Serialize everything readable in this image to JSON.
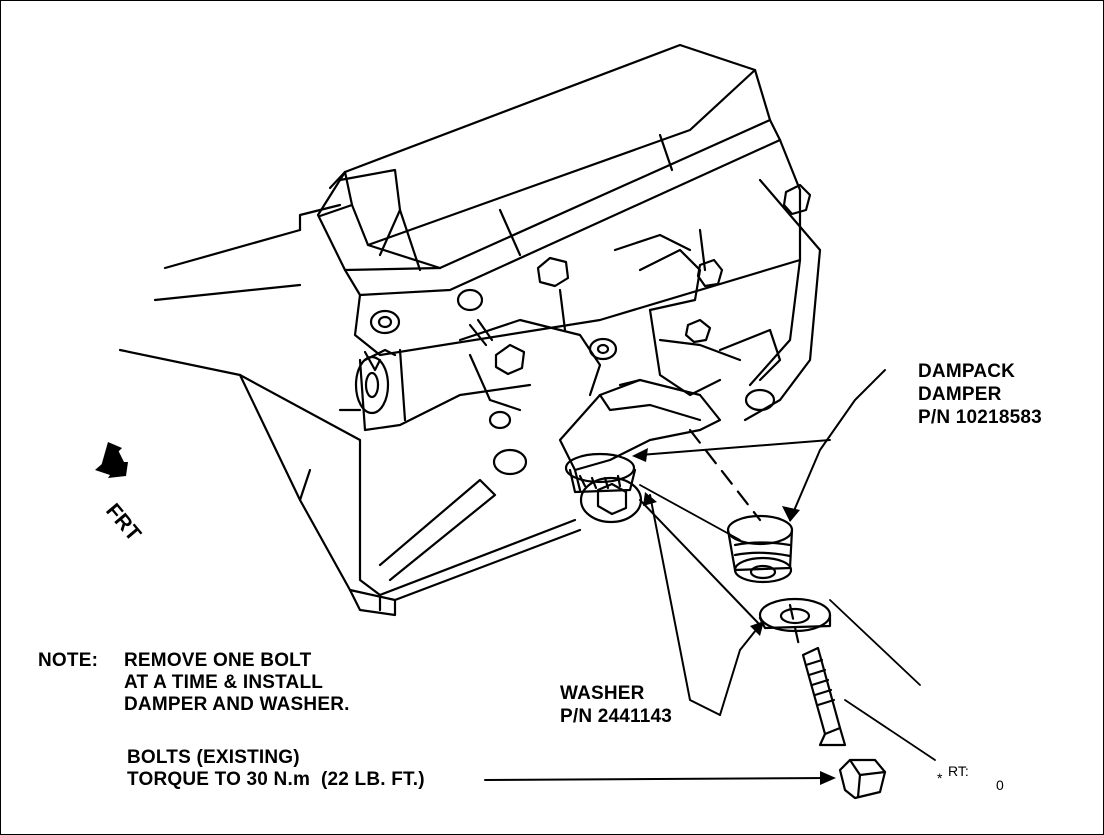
{
  "labels": {
    "damper_line1": "DAMPACK",
    "damper_line2": "DAMPER",
    "damper_pn": "P/N 10218583",
    "note_heading": "NOTE:",
    "note_line1": "REMOVE ONE BOLT",
    "note_line2": "AT A TIME & INSTALL",
    "note_line3": "DAMPER AND WASHER.",
    "washer_line1": "WASHER",
    "washer_pn": "P/N 2441143",
    "bolts_line1": "BOLTS (EXISTING)",
    "bolts_line2": "TORQUE TO 30 N.m  (22 LB. FT.)",
    "front_arrow": "FRT",
    "corner_code_star": "*",
    "corner_code_text": "RT:",
    "corner_code_num": "0"
  }
}
